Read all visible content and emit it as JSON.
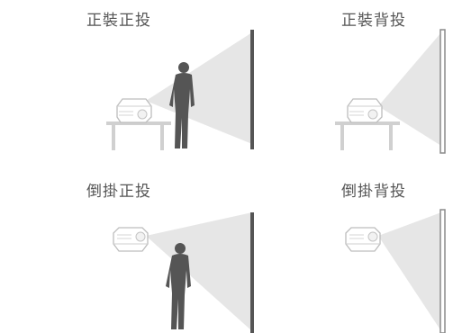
{
  "modes": [
    {
      "label": "正裝正投"
    },
    {
      "label": "正裝背投"
    },
    {
      "label": "倒掛正投"
    },
    {
      "label": "倒掛背投"
    }
  ],
  "colors": {
    "beam": "#e6e6e6",
    "person": "#555555",
    "screen": "#555555",
    "rear_screen": "#8a8a8a",
    "table": "#d0d0d0",
    "projector_outline": "#bdbdbd"
  },
  "icons": [
    "projector-icon",
    "person-icon",
    "table-icon",
    "screen-icon"
  ]
}
